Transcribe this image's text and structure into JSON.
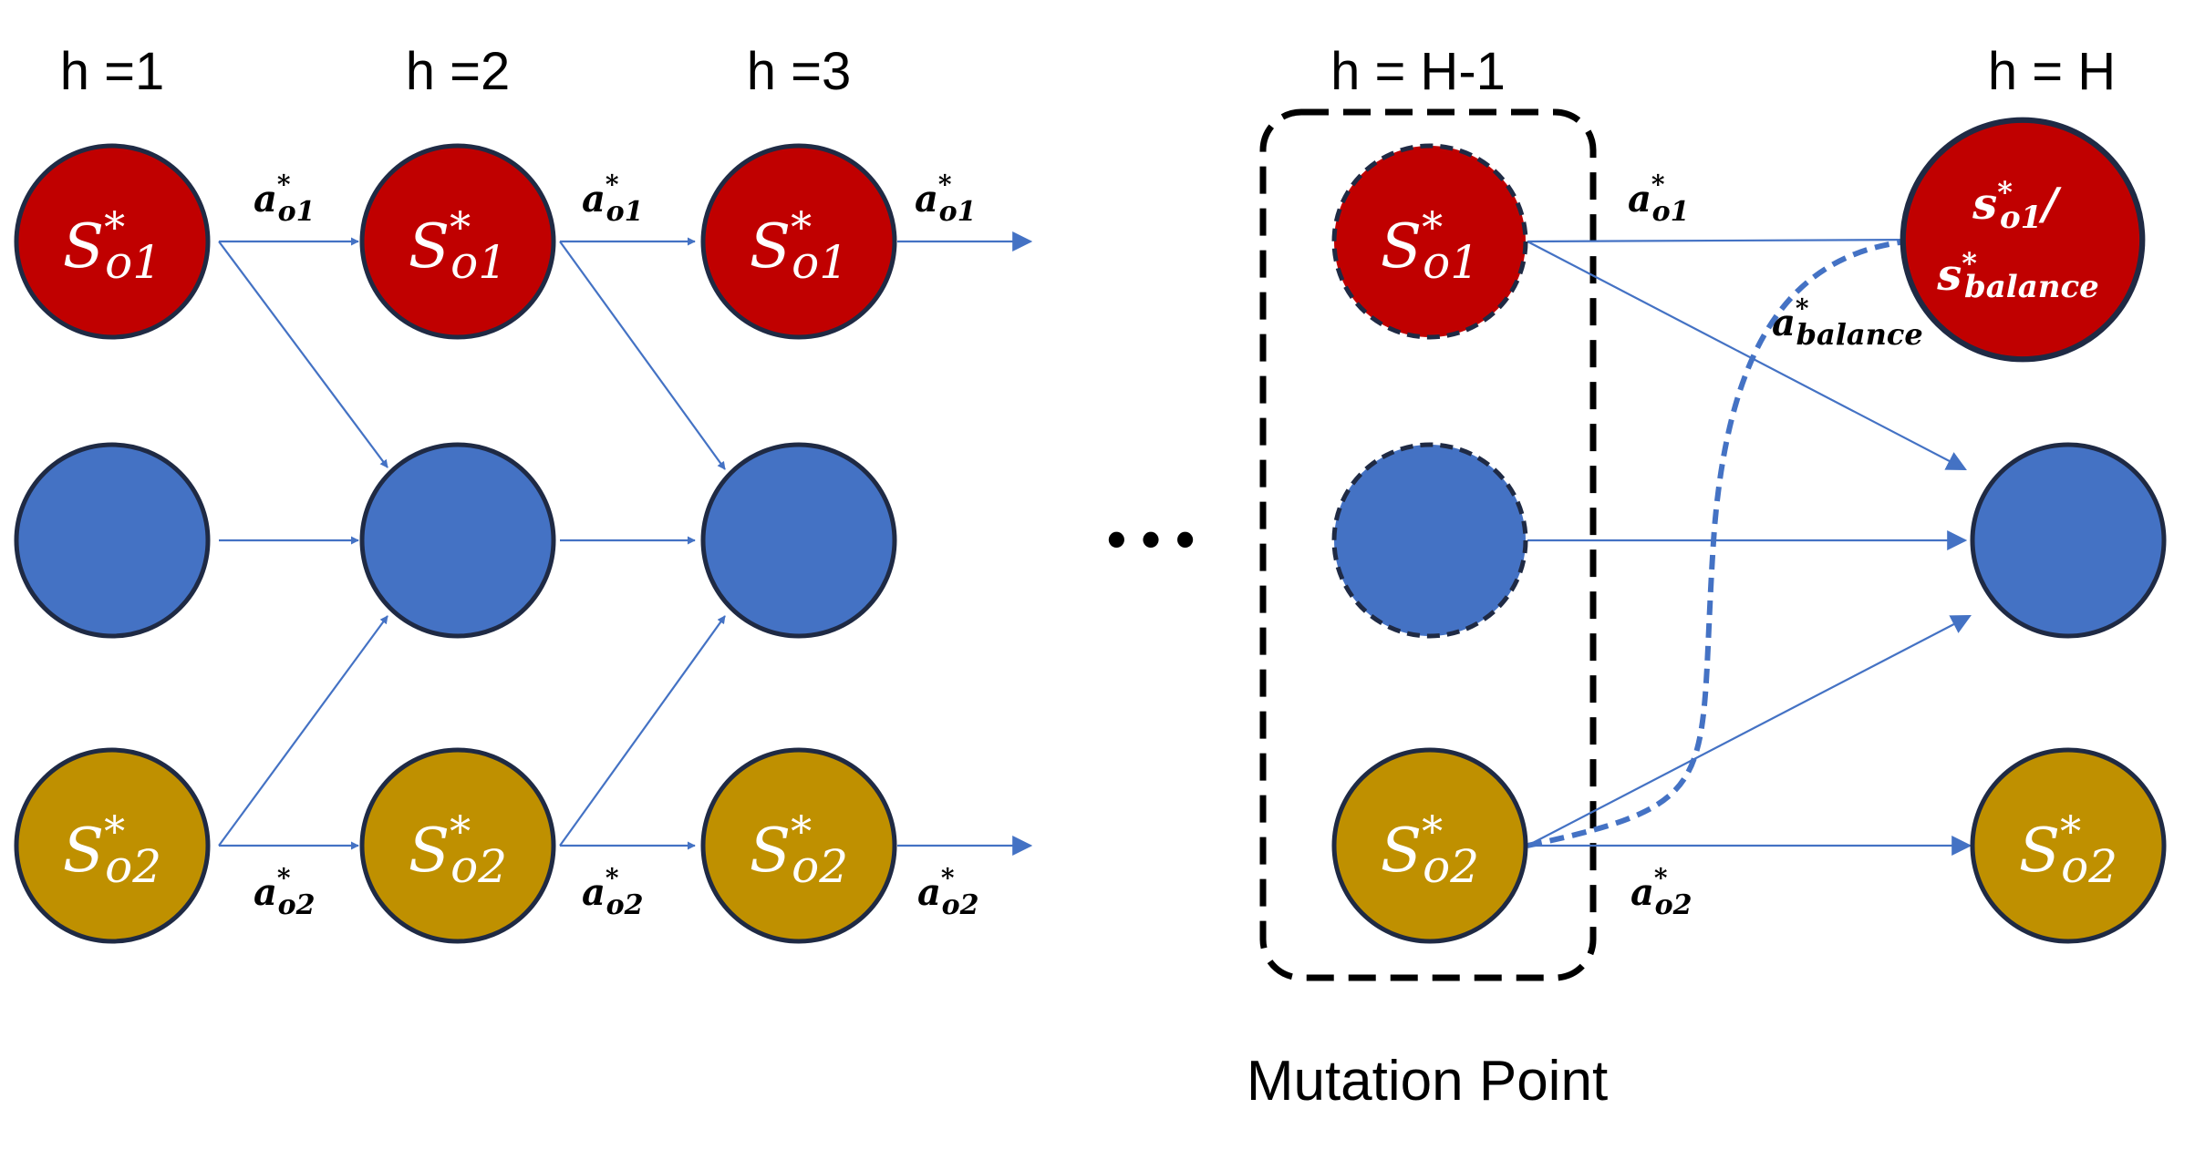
{
  "headers": [
    "h =1",
    "h =2",
    "h =3",
    "h = H-1",
    "h = H"
  ],
  "nodes": {
    "s_o1": {
      "base": "S",
      "sup": "*",
      "sub": "o1"
    },
    "s_o2": {
      "base": "S",
      "sup": "*",
      "sub": "o2"
    },
    "final_top": {
      "line1_base": "s",
      "line1_sup": "*",
      "line1_sub": "o1",
      "slash": "/",
      "line2_base": "s",
      "line2_sup": "*",
      "line2_sub": "balance"
    }
  },
  "actions": {
    "a_o1": {
      "base": "a",
      "sup": "*",
      "sub": "o1"
    },
    "a_o2": {
      "base": "a",
      "sup": "*",
      "sub": "o2"
    },
    "a_balance": {
      "base": "a",
      "sup": "*",
      "sub": "balance"
    }
  },
  "ellipsis": "• • •",
  "caption": "Mutation Point",
  "colors": {
    "red": "#C00000",
    "blue": "#4472C4",
    "gold": "#BF9000",
    "outline": "#1F2A44",
    "edge": "#4472C4"
  }
}
